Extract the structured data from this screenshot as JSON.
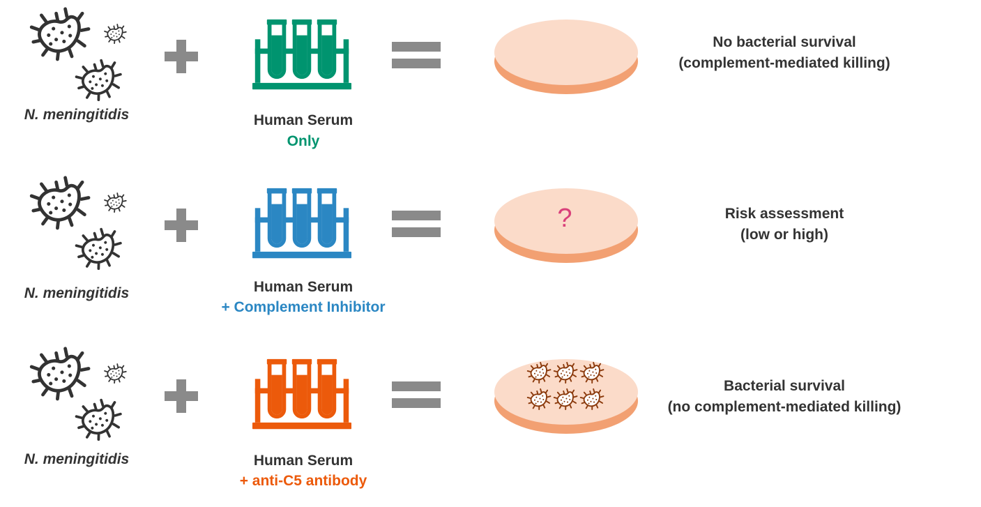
{
  "bacterium_label": "N. meningitidis",
  "colors": {
    "icon_dark": "#333333",
    "operator_gray": "#8a8a8a",
    "plate_top": "#fbdbc9",
    "plate_side": "#f2a072",
    "colony": "#8b3a0c",
    "question": "#d9407a"
  },
  "rows": [
    {
      "serum_title": "Human Serum",
      "serum_subtitle": "Only",
      "serum_color": "#00946f",
      "plate_state": "empty",
      "result_line1": "No bacterial survival",
      "result_line2": "(complement-mediated killing)"
    },
    {
      "serum_title": "Human Serum",
      "serum_subtitle": "+ Complement Inhibitor",
      "serum_color": "#2b87c3",
      "plate_state": "unknown",
      "plate_mark": "?",
      "result_line1": "Risk assessment",
      "result_line2": "(low or high)"
    },
    {
      "serum_title": "Human Serum",
      "serum_subtitle": "+ anti-C5 antibody",
      "serum_color": "#ec5a0b",
      "plate_state": "colonies",
      "result_line1": "Bacterial survival",
      "result_line2": "(no complement-mediated killing)"
    }
  ]
}
